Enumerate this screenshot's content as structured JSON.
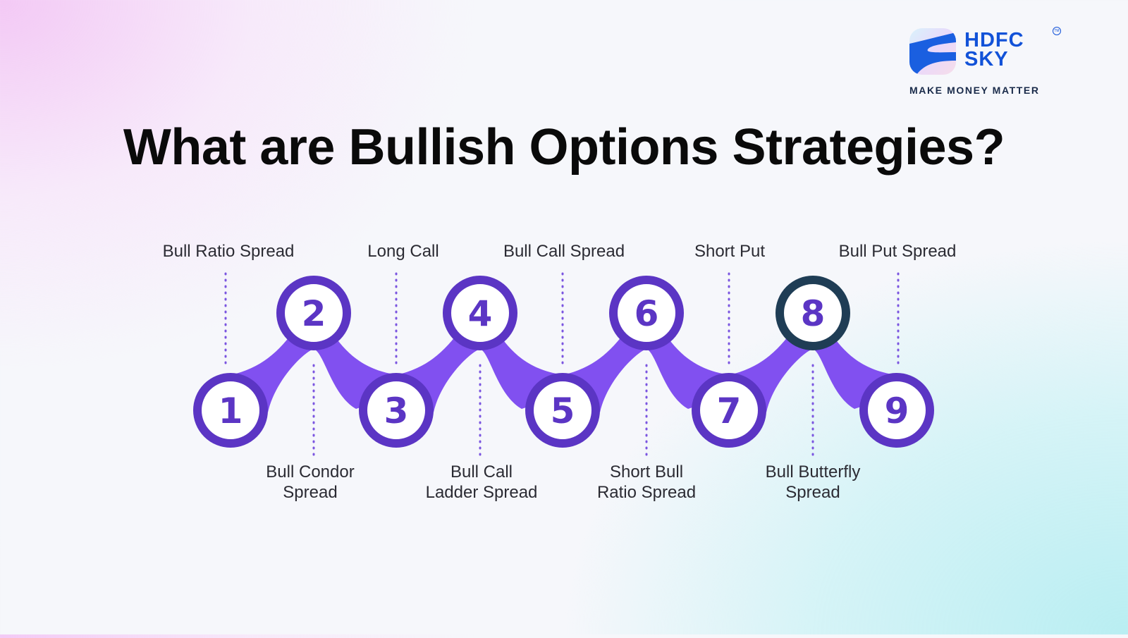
{
  "brand": {
    "name_line1": "HDFC",
    "name_line2": "SKY",
    "trademark": "TM",
    "tagline": "MAKE MONEY MATTER"
  },
  "title": "What are Bullish Options Strategies?",
  "colors": {
    "connector": "#8150f0",
    "ring": "#5b35c4",
    "ring_highlight": "#1f3d55",
    "number": "#5b35c4",
    "dotted_line": "#7b55e0"
  },
  "steps": [
    {
      "number": "1",
      "label": "Bull Ratio Spread",
      "position": "top"
    },
    {
      "number": "2",
      "label": "Bull Condor Spread",
      "position": "bottom"
    },
    {
      "number": "3",
      "label": "Long Call",
      "position": "top"
    },
    {
      "number": "4",
      "label": "Bull Call Ladder Spread",
      "position": "bottom"
    },
    {
      "number": "5",
      "label": "Bull Call Spread",
      "position": "top"
    },
    {
      "number": "6",
      "label": "Short Bull Ratio Spread",
      "position": "bottom"
    },
    {
      "number": "7",
      "label": "Short Put",
      "position": "top"
    },
    {
      "number": "8",
      "label": "Bull Butterfly Spread",
      "position": "bottom",
      "highlighted": true
    },
    {
      "number": "9",
      "label": "Bull Put Spread",
      "position": "top"
    }
  ],
  "label_lines": {
    "l2a": "Bull Condor",
    "l2b": "Spread",
    "l4a": "Bull Call",
    "l4b": "Ladder Spread",
    "l6a": "Short Bull",
    "l6b": "Ratio Spread",
    "l8a": "Bull Butterfly",
    "l8b": "Spread"
  }
}
